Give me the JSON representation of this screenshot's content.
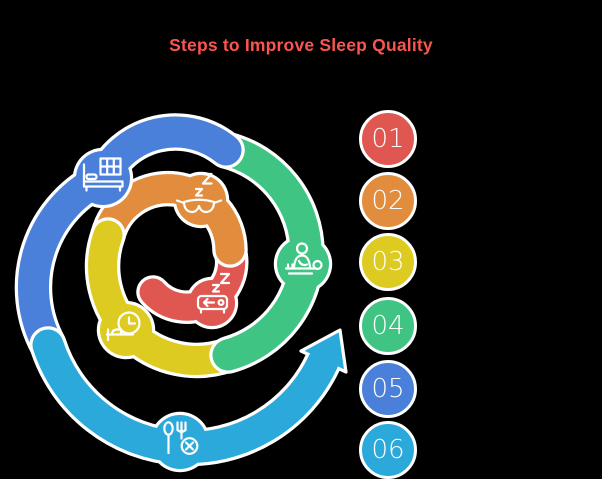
{
  "background_color": "#000000",
  "header": {
    "title": "Steps to Improve Sleep Quality",
    "color": "#fc544e"
  },
  "outline_color": "#ffffff",
  "steps": [
    {
      "number": "01",
      "color": "#e05752",
      "icon": "snooze-bed-icon"
    },
    {
      "number": "02",
      "color": "#e18d3d",
      "icon": "sleep-mask-icon"
    },
    {
      "number": "03",
      "color": "#decb21",
      "icon": "bedtime-clock-icon"
    },
    {
      "number": "04",
      "color": "#3fc484",
      "icon": "relaxation-massage-icon"
    },
    {
      "number": "05",
      "color": "#4a80da",
      "icon": "bedroom-bed-window-icon"
    },
    {
      "number": "06",
      "color": "#2aa9da",
      "icon": "no-late-eating-icon"
    }
  ],
  "arrow_color": "#2aa9da"
}
